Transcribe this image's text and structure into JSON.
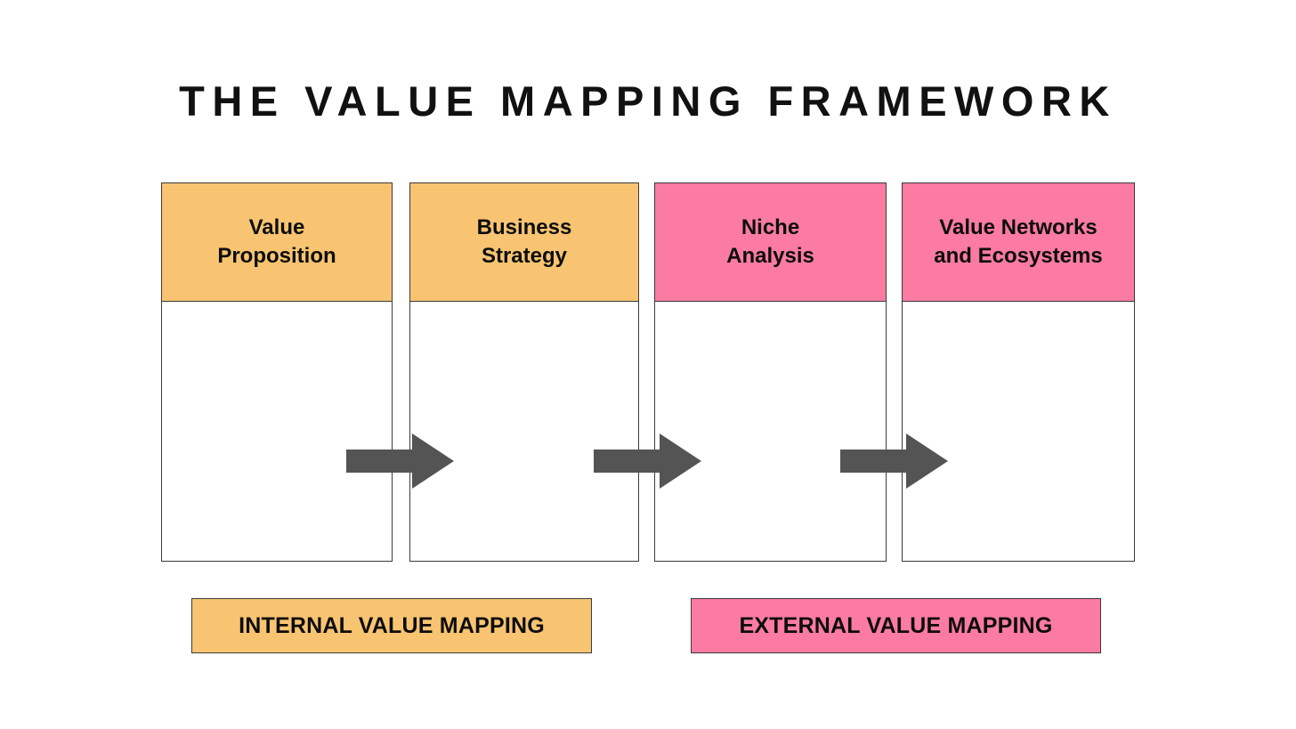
{
  "page": {
    "background_color": "#ffffff",
    "title": "THE VALUE MAPPING FRAMEWORK"
  },
  "palette": {
    "orange": "#f8c471",
    "pink": "#fb7ba2",
    "arrow_gray": "#545454",
    "outline": "#3b3b3b",
    "text": "#0d0d0d"
  },
  "columns": [
    {
      "id": "value-proposition",
      "label": "Value\nProposition",
      "color": "#f8c471",
      "group": "internal"
    },
    {
      "id": "business-strategy",
      "label": "Business\nStrategy",
      "color": "#f8c471",
      "group": "internal"
    },
    {
      "id": "niche-analysis",
      "label": "Niche\nAnalysis",
      "color": "#fb7ba2",
      "group": "external"
    },
    {
      "id": "value-networks-and-ecosystems",
      "label": "Value Networks\nand Ecosystems",
      "color": "#fb7ba2",
      "group": "external"
    }
  ],
  "arrows": [
    {
      "id": "arrow-1",
      "direction": "right",
      "color": "#545454"
    },
    {
      "id": "arrow-2",
      "direction": "right",
      "color": "#545454"
    },
    {
      "id": "arrow-3",
      "direction": "right",
      "color": "#545454"
    }
  ],
  "legends": [
    {
      "id": "internal",
      "label": "INTERNAL VALUE MAPPING",
      "color": "#f8c471"
    },
    {
      "id": "external",
      "label": "EXTERNAL VALUE MAPPING",
      "color": "#fb7ba2"
    }
  ]
}
